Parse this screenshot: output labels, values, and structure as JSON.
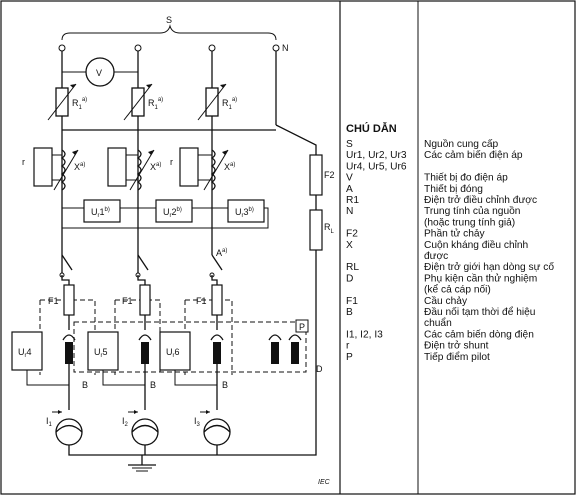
{
  "diagram": {
    "labels": {
      "S": "S",
      "N": "N",
      "V": "V",
      "R1": "R",
      "R1_sub": "1",
      "R1_sup": "a)",
      "X": "X",
      "X_sup": "a)",
      "r": "r",
      "Ur1": "U",
      "Ur1_sub": "r",
      "Ur1_tail": "1",
      "Ur1_sup": "b)",
      "Ur2": "U",
      "Ur2_sub": "r",
      "Ur2_tail": "2",
      "Ur2_sup": "b)",
      "Ur3": "U",
      "Ur3_sub": "r",
      "Ur3_tail": "3",
      "Ur3_sup": "b)",
      "A": "A",
      "A_sup": "a)",
      "F1": "F1",
      "F2": "F2",
      "RL": "R",
      "RL_sub": "L",
      "Ur4": "U",
      "Ur4_sub": "r",
      "Ur4_tail": "4",
      "Ur5": "U",
      "Ur5_sub": "r",
      "Ur5_tail": "5",
      "Ur6": "U",
      "Ur6_sub": "r",
      "Ur6_tail": "6",
      "P": "P",
      "D": "D",
      "B": "B",
      "I1": "I",
      "I1_sub": "1",
      "I2": "I",
      "I2_sub": "2",
      "I3": "I",
      "I3_sub": "3",
      "IEC": "IEC"
    }
  },
  "legend": {
    "title": "CHÚ DẪN",
    "items": [
      {
        "sym": "S",
        "desc": "Nguồn cung cấp"
      },
      {
        "sym": "Ur1, Ur2, Ur3",
        "desc": "Các cảm biến điện áp"
      },
      {
        "sym": "Ur4, Ur5, Ur6",
        "desc": ""
      },
      {
        "sym": "V",
        "desc": "Thiết bị đo điện áp"
      },
      {
        "sym": "A",
        "desc": "Thiết bị đóng"
      },
      {
        "sym": "R1",
        "desc": "Điện trở điều chỉnh được"
      },
      {
        "sym": "N",
        "desc": "Trung tính của nguồn"
      },
      {
        "sym": "",
        "desc": "(hoặc trung tính giả)"
      },
      {
        "sym": "F2",
        "desc": "Phần tử chảy"
      },
      {
        "sym": "X",
        "desc": "Cuộn kháng điều chỉnh"
      },
      {
        "sym": "",
        "desc": "được"
      },
      {
        "sym": "RL",
        "desc": "Điện trở giới hạn dòng sự cố"
      },
      {
        "sym": "D",
        "desc": "Phụ kiện cần thử nghiệm"
      },
      {
        "sym": "",
        "desc": "(kể cả cáp nối)"
      },
      {
        "sym": "F1",
        "desc": "Cầu chảy"
      },
      {
        "sym": "B",
        "desc": "Đầu nối tạm thời để hiệu"
      },
      {
        "sym": "",
        "desc": "chuẩn"
      },
      {
        "sym": "I1, I2, I3",
        "desc": "Các cảm biến dòng điện"
      },
      {
        "sym": "r",
        "desc": "Điện trở shunt"
      },
      {
        "sym": "P",
        "desc": "Tiếp điểm pilot"
      }
    ]
  }
}
